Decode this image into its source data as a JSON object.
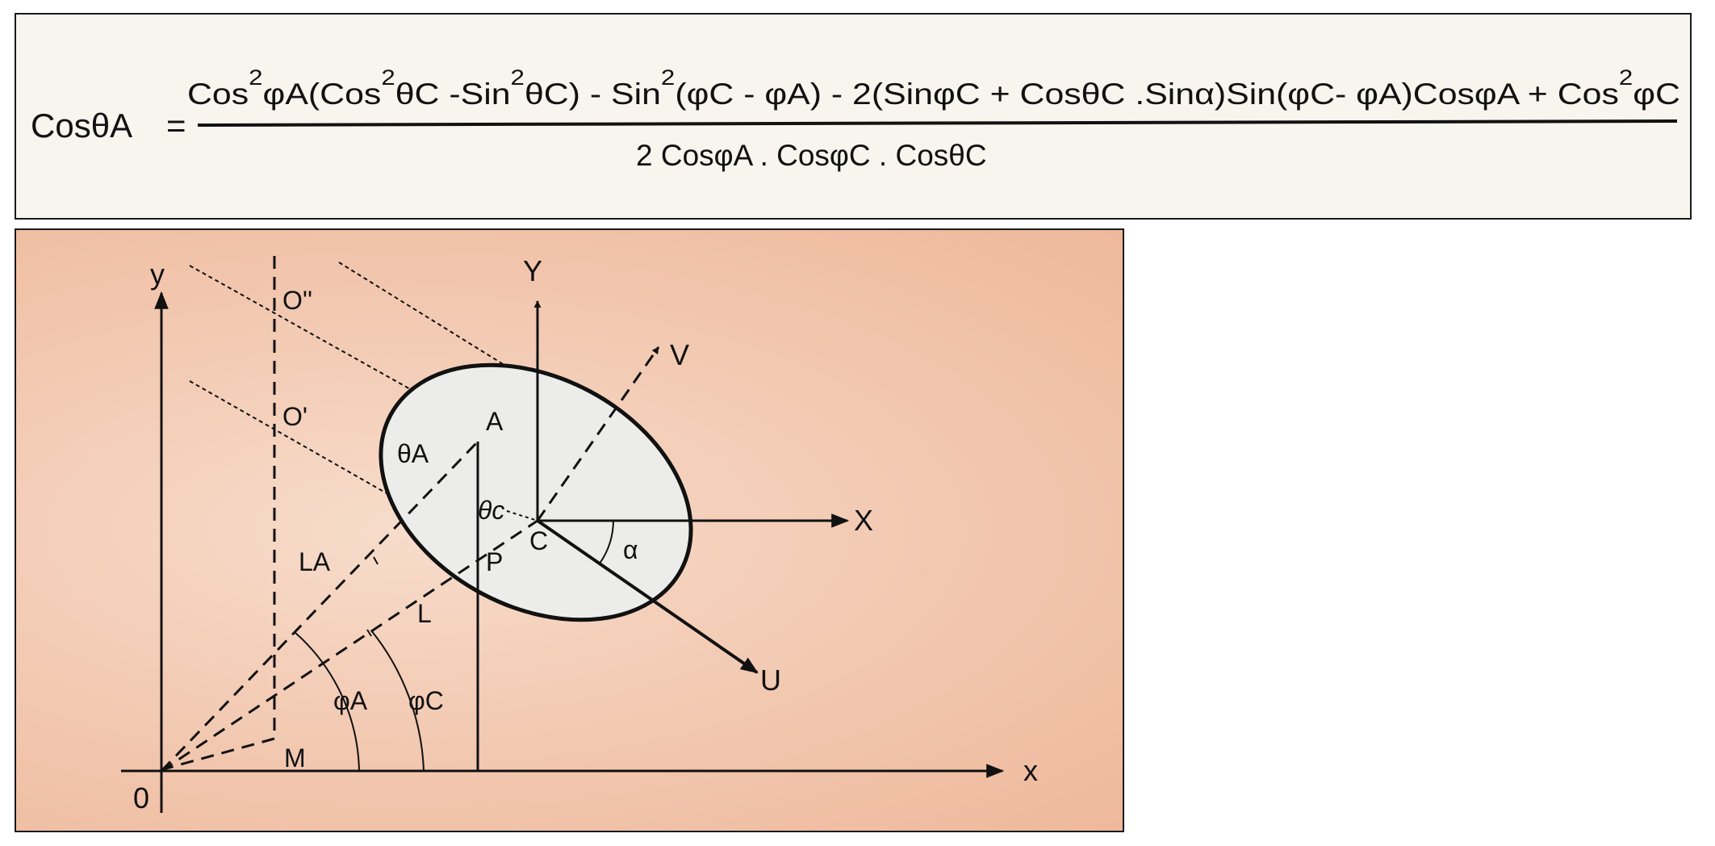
{
  "formula": {
    "lhs": "Cosθ",
    "lhs_sub": "A",
    "equals": "=",
    "numerator": {
      "p1": "Cos",
      "p1_sup": "2",
      "p2": "φA(Cos",
      "p2_sup": "2",
      "p3": "θC -Sin",
      "p3_sup": "2",
      "p4": "θC) - Sin",
      "p4_sup": "2",
      "p5": "(φC - φA)  -  2(SinφC + CosθC .Sinα)Sin(φC- φA)CosφA + Cos",
      "p5_sup": "2",
      "p6": "φC"
    },
    "denominator": "2 CosφA . CosφC . CosθC"
  },
  "diagram": {
    "labels": {
      "origin": "0",
      "axis_y_small": "y",
      "axis_x_small": "x",
      "axis_Y_big": "Y",
      "axis_X_big": "X",
      "axis_V": "V",
      "axis_U": "U",
      "point_O_double": "O''",
      "point_O_prime": "O'",
      "point_A": "A",
      "point_C": "C",
      "point_P": "P",
      "point_M": "M",
      "angle_theta_A": "θA",
      "angle_theta_c": "θc",
      "angle_alpha": "α",
      "length_LA": "LA",
      "length_L": "L",
      "angle_phi_A": "φA",
      "angle_phi_C": "φC"
    }
  },
  "colors": {
    "ink": "#111111",
    "formula_bg": "#f8f4ee",
    "ellipse_fill": "#ececea",
    "panel_center": "#f7dccb",
    "panel_edge": "#eeb89b"
  }
}
